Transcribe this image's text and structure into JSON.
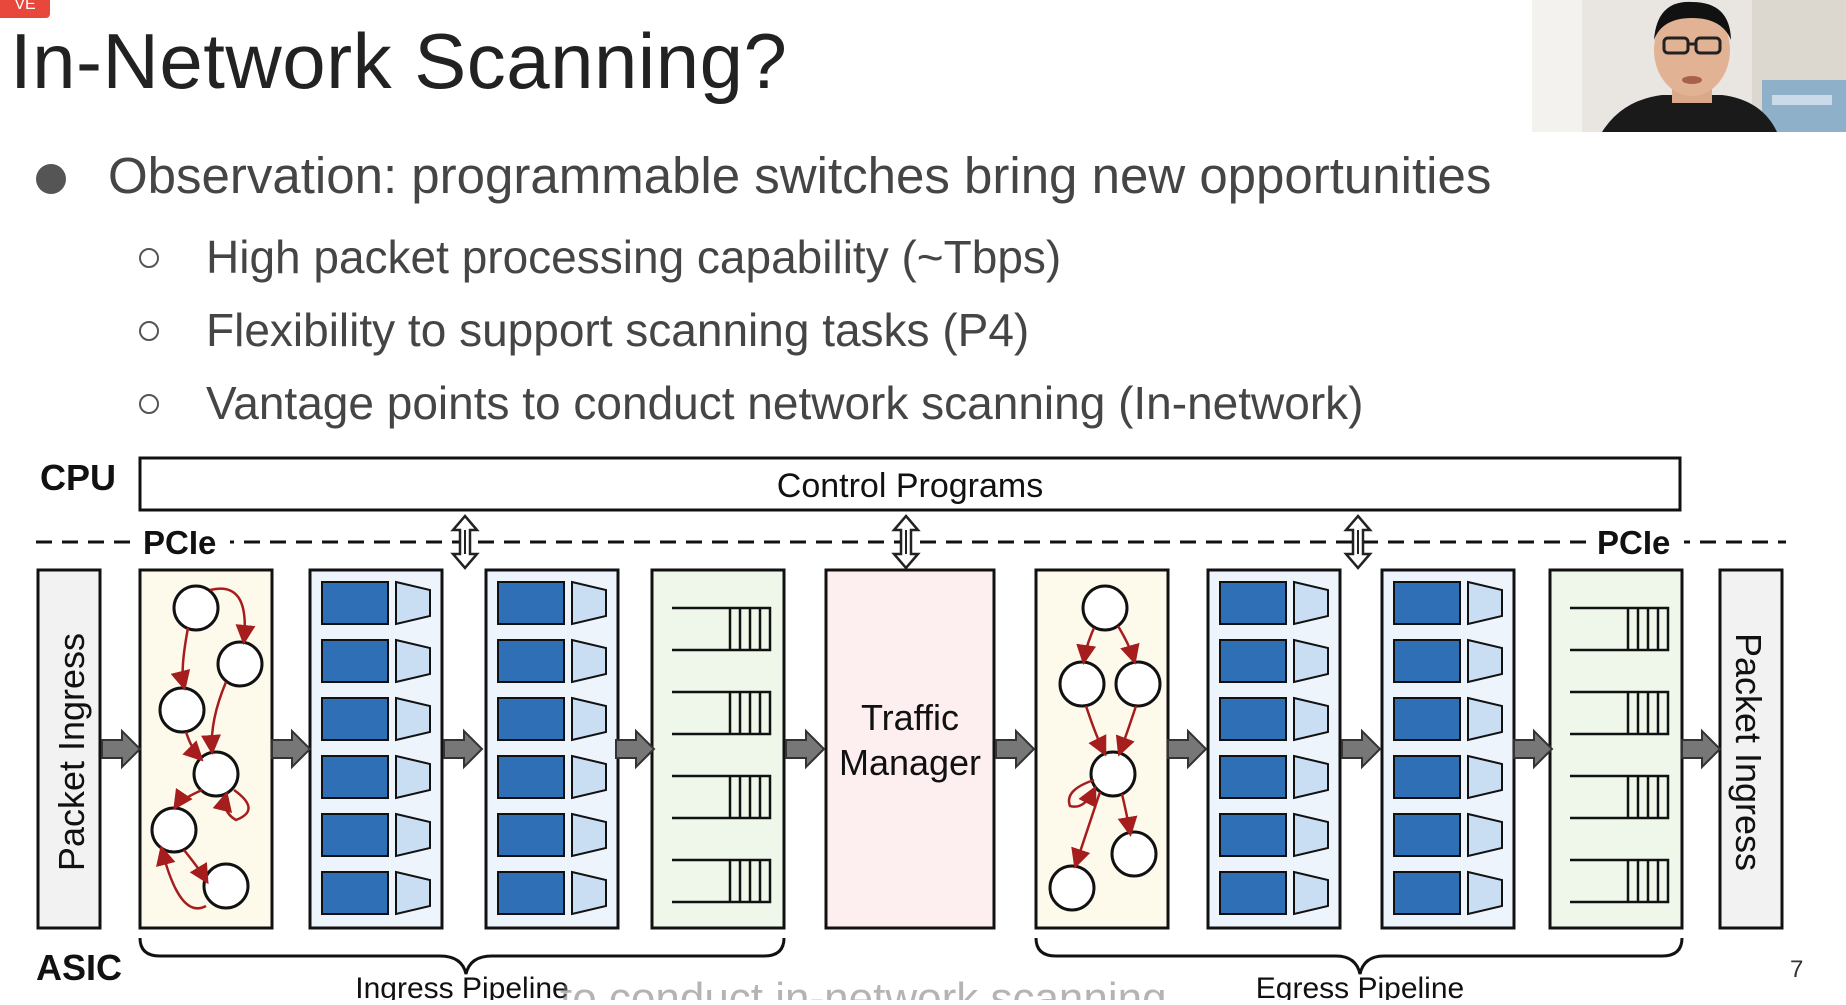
{
  "live_badge": "VE",
  "slide": {
    "title": "In-Network Scanning?",
    "bullet": "Observation: programmable switches bring new opportunities",
    "sub_bullets": [
      "High packet processing capability (~Tbps)",
      "Flexibility to support scanning tasks (P4)",
      "Vantage points to conduct network scanning (In-network)"
    ],
    "page_number": "7"
  },
  "diagram": {
    "cpu_label": "CPU",
    "control_programs": "Control Programs",
    "pcie_left": "PCIe",
    "pcie_right": "PCIe",
    "asic_label": "ASIC",
    "packet_ingress_left": "Packet Ingress",
    "packet_ingress_right": "Packet Ingress",
    "traffic_manager_line1": "Traffic",
    "traffic_manager_line2": "Manager",
    "ingress_pipeline": "Ingress Pipeline",
    "egress_pipeline": "Egress Pipeline"
  },
  "caption": "to conduct in-network scanning",
  "colors": {
    "blue_block": "#2f6fb5",
    "light_blue": "#c9def3",
    "parser_bg": "#fdfaec",
    "deparser_bg": "#eef7ea",
    "tm_bg": "#fdeef0",
    "stage_bg": "#eef4fb",
    "arrow_red": "#a61d1d"
  }
}
